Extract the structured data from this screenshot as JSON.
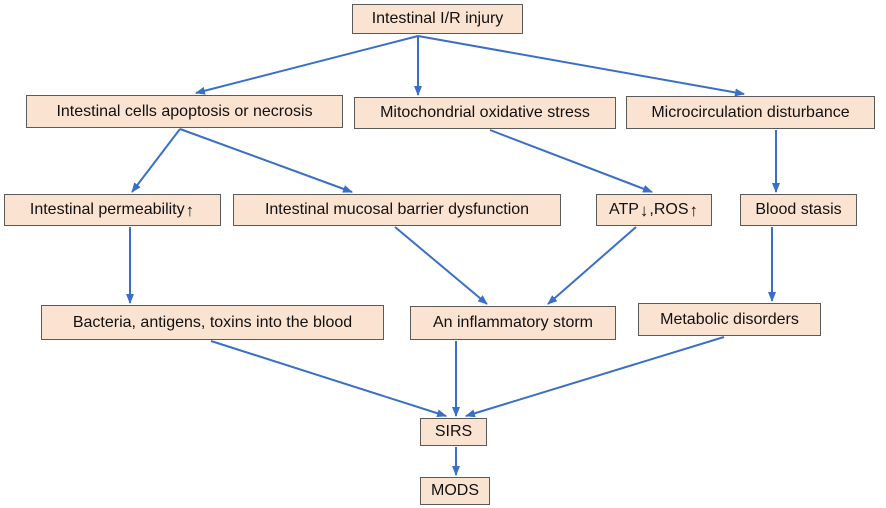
{
  "colors": {
    "node_fill": "#fbe3d2",
    "node_border": "#5a5a5a",
    "arrow": "#3a6fc8",
    "text": "#111111"
  },
  "nodes": {
    "injury": {
      "label": "Intestinal I/R injury"
    },
    "apoptosis": {
      "label": "Intestinal cells apoptosis or necrosis"
    },
    "mito": {
      "label": "Mitochondrial oxidative stress"
    },
    "micro": {
      "label": "Microcirculation disturbance"
    },
    "permeability": {
      "label": "Intestinal permeability",
      "indicator": "↑"
    },
    "mucosal": {
      "label": "Intestinal mucosal barrier dysfunction"
    },
    "atp": {
      "label_a": "ATP",
      "indicator_a": "↓",
      "label_b": ",ROS",
      "indicator_b": "↑"
    },
    "stasis": {
      "label": "Blood stasis"
    },
    "bacteria": {
      "label": "Bacteria, antigens, toxins into the blood"
    },
    "storm": {
      "label": "An inflammatory storm"
    },
    "metabolic": {
      "label": "Metabolic disorders"
    },
    "sirs": {
      "label": "SIRS"
    },
    "mods": {
      "label": "MODS"
    }
  },
  "edges": [
    [
      "injury",
      "apoptosis"
    ],
    [
      "injury",
      "mito"
    ],
    [
      "injury",
      "micro"
    ],
    [
      "apoptosis",
      "permeability"
    ],
    [
      "apoptosis",
      "mucosal"
    ],
    [
      "mito",
      "atp"
    ],
    [
      "micro",
      "stasis"
    ],
    [
      "permeability",
      "bacteria"
    ],
    [
      "mucosal",
      "storm"
    ],
    [
      "atp",
      "storm"
    ],
    [
      "stasis",
      "metabolic"
    ],
    [
      "bacteria",
      "sirs"
    ],
    [
      "storm",
      "sirs"
    ],
    [
      "metabolic",
      "sirs"
    ],
    [
      "sirs",
      "mods"
    ]
  ]
}
